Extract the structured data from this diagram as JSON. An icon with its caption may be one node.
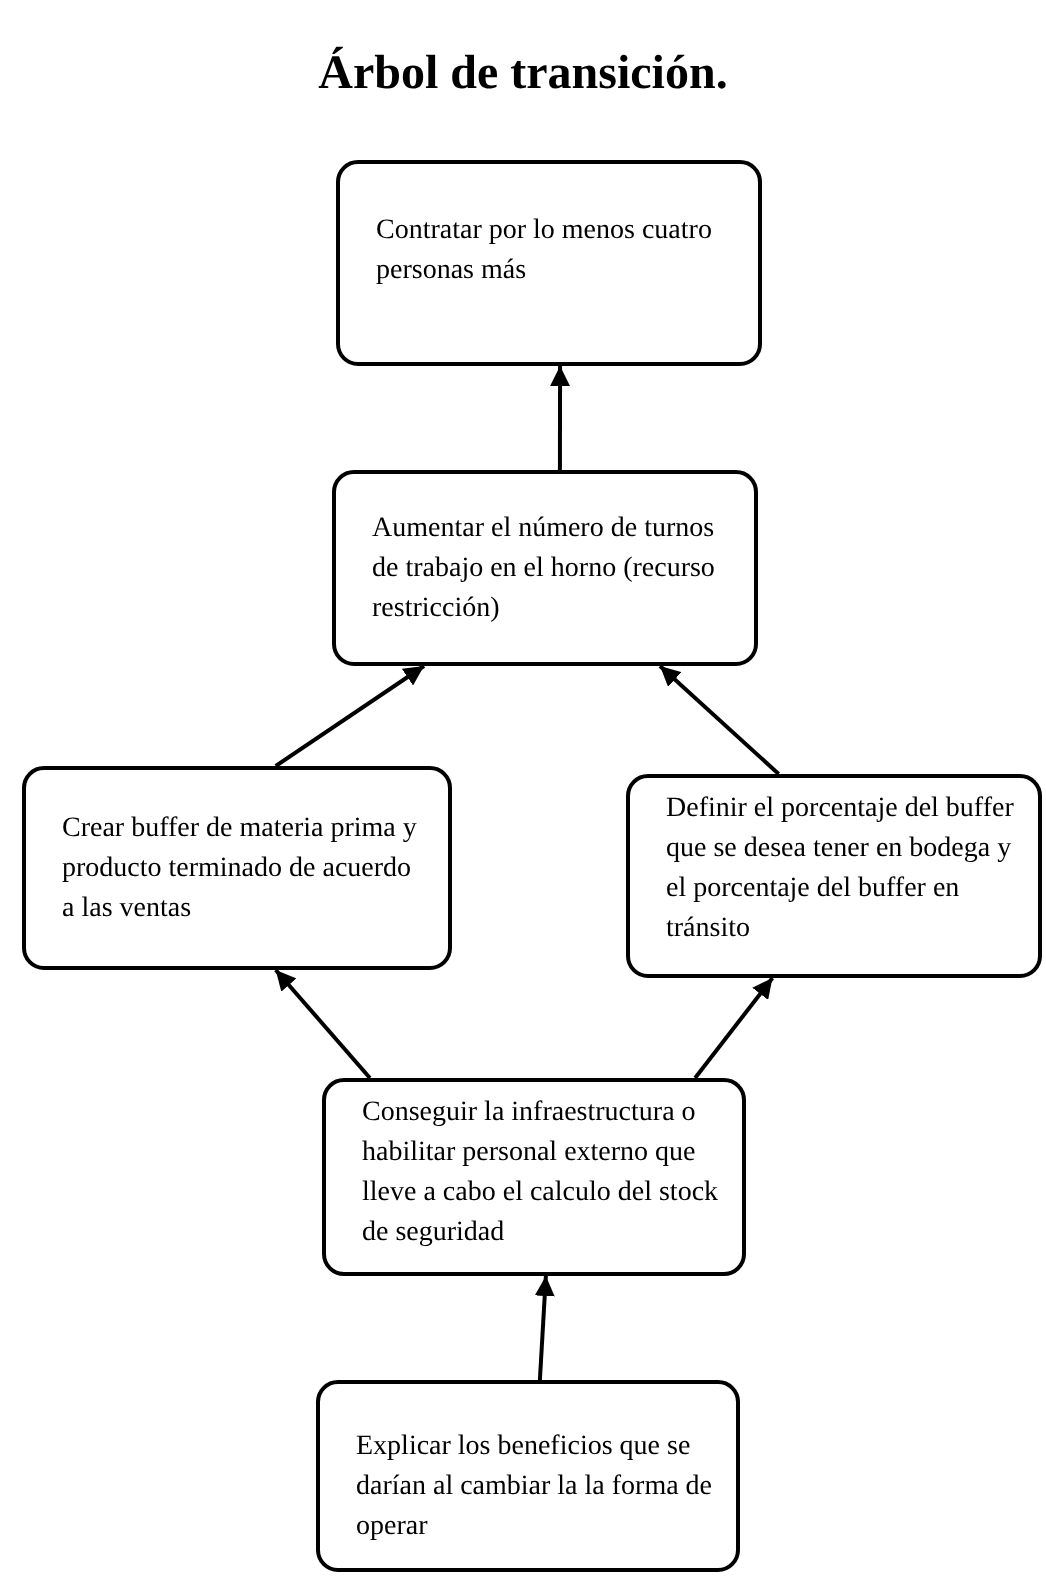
{
  "diagram": {
    "title": "Árbol de transición.",
    "nodes": [
      {
        "text": [
          "Contratar por lo menos cuatro personas más"
        ]
      },
      {
        "text": [
          "Aumentar el número de turnos de trabajo en el horno (recurso restricción)"
        ]
      },
      {
        "text": [
          "Crear buffer de materia prima y producto terminado de acuerdo a las ventas"
        ]
      },
      {
        "text": [
          "Definir el porcentaje del buffer que se desea tener en bodega y el porcentaje del buffer en tránsito"
        ]
      },
      {
        "text": [
          "Conseguir la infraestructura o habilitar personal externo que lleve a cabo el calculo del stock de seguridad"
        ]
      },
      {
        "text": [
          "Explicar los beneficios que se darían al cambiar la la forma de operar"
        ]
      }
    ],
    "edges": [
      {
        "from": 1,
        "to": 0,
        "arrow": "to"
      },
      {
        "from": 2,
        "to": 1,
        "arrow": "to"
      },
      {
        "from": 3,
        "to": 1,
        "arrow": "to"
      },
      {
        "from": 4,
        "to": 2,
        "arrow": "to"
      },
      {
        "from": 4,
        "to": 3,
        "arrow": "to"
      },
      {
        "from": 5,
        "to": 4,
        "arrow": "to"
      }
    ]
  }
}
